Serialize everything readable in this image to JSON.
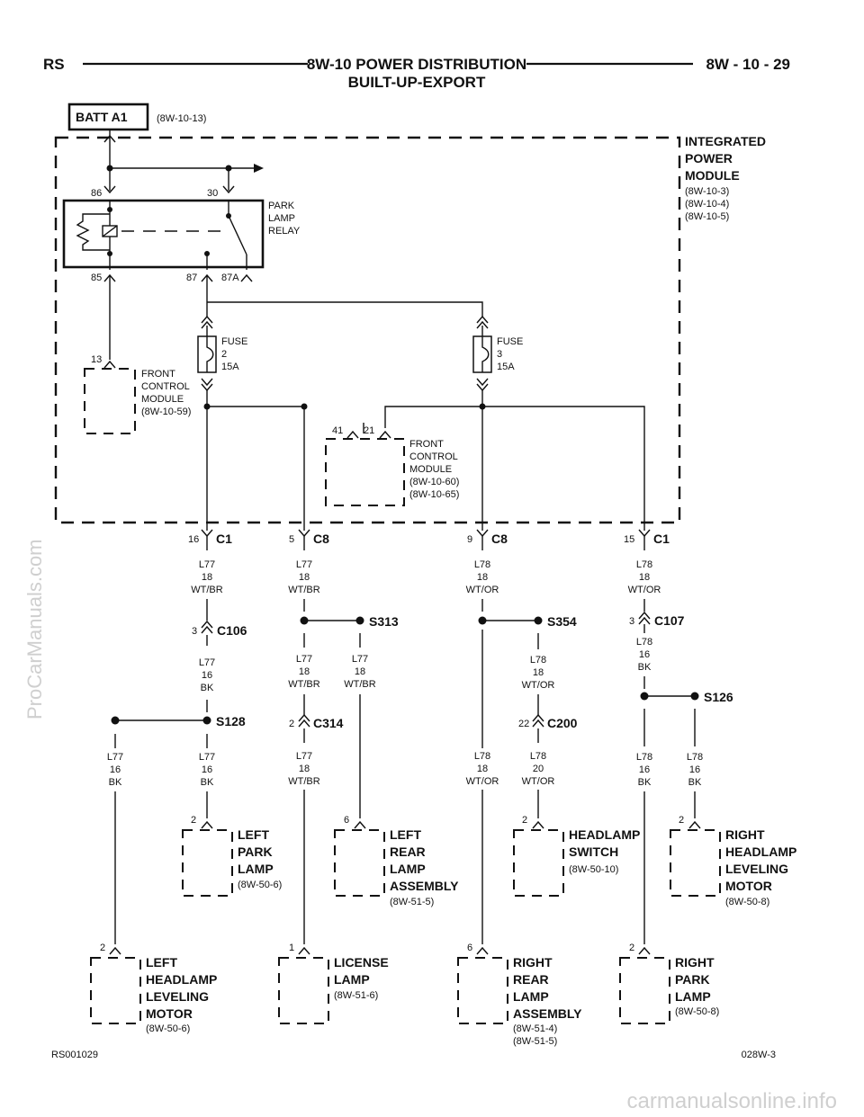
{
  "header": {
    "left": "RS",
    "title": "8W-10 POWER DISTRIBUTION",
    "subtitle": "BUILT-UP-EXPORT",
    "right": "8W - 10 - 29"
  },
  "footer": {
    "left": "RS001029",
    "right": "028W-3"
  },
  "watermarks": {
    "side": "ProCarManuals.com",
    "bottom": "carmanualsonline.info"
  },
  "batt": {
    "label": "BATT A1",
    "ref": "(8W-10-13)"
  },
  "ipm": {
    "name": [
      "INTEGRATED",
      "POWER",
      "MODULE"
    ],
    "refs": [
      "(8W-10-3)",
      "(8W-10-4)",
      "(8W-10-5)"
    ]
  },
  "relay": {
    "name": [
      "PARK",
      "LAMP",
      "RELAY"
    ],
    "pins": [
      "86",
      "30",
      "85",
      "87",
      "87A"
    ]
  },
  "fuse2": [
    "FUSE",
    "2",
    "15A"
  ],
  "fuse3": [
    "FUSE",
    "3",
    "15A"
  ],
  "fcm1": {
    "pin": "13",
    "name": [
      "FRONT",
      "CONTROL",
      "MODULE",
      "(8W-10-59)"
    ]
  },
  "fcm2": {
    "pins": [
      "41",
      "21"
    ],
    "name": [
      "FRONT",
      "CONTROL",
      "MODULE",
      "(8W-10-60)",
      "(8W-10-65)"
    ]
  },
  "connectors": {
    "c1a": {
      "pin": "16",
      "name": "C1"
    },
    "c8a": {
      "pin": "5",
      "name": "C8"
    },
    "c8b": {
      "pin": "9",
      "name": "C8"
    },
    "c1b": {
      "pin": "15",
      "name": "C1"
    },
    "c106": {
      "pin": "3",
      "name": "C106"
    },
    "c107": {
      "pin": "3",
      "name": "C107"
    },
    "c314": {
      "pin": "2",
      "name": "C314"
    },
    "c200": {
      "pin": "22",
      "name": "C200"
    }
  },
  "splices": {
    "s313": "S313",
    "s354": "S354",
    "s128": "S128",
    "s126": "S126"
  },
  "wires": {
    "w1": [
      "L77",
      "18",
      "WT/BR"
    ],
    "w2": [
      "L77",
      "18",
      "WT/BR"
    ],
    "w3": [
      "L78",
      "18",
      "WT/OR"
    ],
    "w4": [
      "L78",
      "18",
      "WT/OR"
    ],
    "w5": [
      "L77",
      "16",
      "BK"
    ],
    "w6": [
      "L77",
      "18",
      "WT/BR"
    ],
    "w7": [
      "L77",
      "18",
      "WT/BR"
    ],
    "w8": [
      "L78",
      "18",
      "WT/OR"
    ],
    "w9": [
      "L78",
      "16",
      "BK"
    ],
    "w10": [
      "L77",
      "16",
      "BK"
    ],
    "w11": [
      "L77",
      "16",
      "BK"
    ],
    "w12": [
      "L77",
      "18",
      "WT/BR"
    ],
    "w13": [
      "L78",
      "18",
      "WT/OR"
    ],
    "w14": [
      "L78",
      "20",
      "WT/OR"
    ],
    "w15": [
      "L78",
      "16",
      "BK"
    ],
    "w16": [
      "L78",
      "16",
      "BK"
    ]
  },
  "components": {
    "left_park_lamp": {
      "pin": "2",
      "name": [
        "LEFT",
        "PARK",
        "LAMP"
      ],
      "ref": "(8W-50-6)"
    },
    "left_rear_lamp": {
      "pin": "6",
      "name": [
        "LEFT",
        "REAR",
        "LAMP",
        "ASSEMBLY"
      ],
      "ref": "(8W-51-5)"
    },
    "headlamp_switch": {
      "pin": "2",
      "name": [
        "HEADLAMP",
        "SWITCH"
      ],
      "ref": "(8W-50-10)"
    },
    "right_leveling": {
      "pin": "2",
      "name": [
        "RIGHT",
        "HEADLAMP",
        "LEVELING",
        "MOTOR"
      ],
      "ref": "(8W-50-8)"
    },
    "left_leveling": {
      "pin": "2",
      "name": [
        "LEFT",
        "HEADLAMP",
        "LEVELING",
        "MOTOR"
      ],
      "ref": "(8W-50-6)"
    },
    "license_lamp": {
      "pin": "1",
      "name": [
        "LICENSE",
        "LAMP"
      ],
      "ref": "(8W-51-6)"
    },
    "right_rear_lamp": {
      "pin": "6",
      "name": [
        "RIGHT",
        "REAR",
        "LAMP",
        "ASSEMBLY"
      ],
      "refs": [
        "(8W-51-4)",
        "(8W-51-5)"
      ]
    },
    "right_park_lamp": {
      "pin": "2",
      "name": [
        "RIGHT",
        "PARK",
        "LAMP"
      ],
      "ref": "(8W-50-8)"
    }
  }
}
